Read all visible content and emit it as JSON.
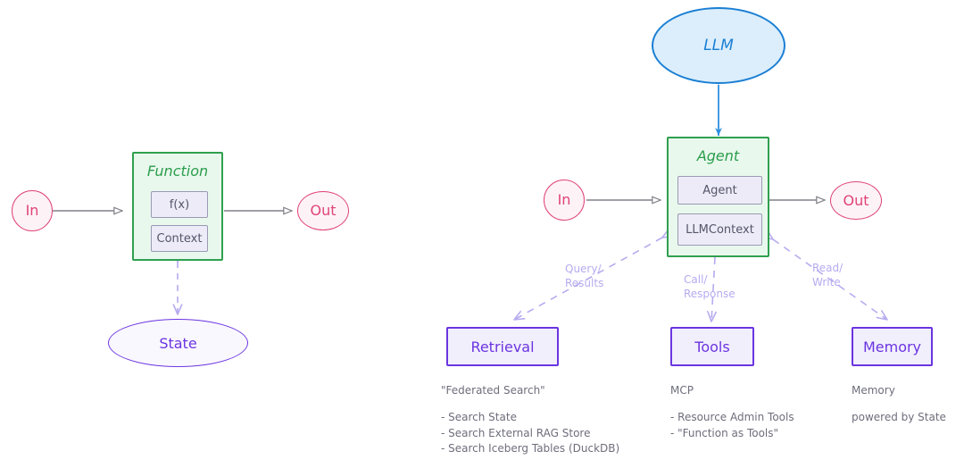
{
  "diagram": {
    "left": {
      "input_label": "In",
      "output_label": "Out",
      "container_title": "Function",
      "inner_boxes": [
        {
          "label": "f(x)"
        },
        {
          "label": "Context"
        }
      ],
      "state_label": "State"
    },
    "right": {
      "llm_label": "LLM",
      "input_label": "In",
      "output_label": "Out",
      "container_title": "Agent",
      "inner_boxes": [
        {
          "label": "Agent"
        },
        {
          "label": "LLMContext"
        }
      ],
      "edge_labels": {
        "retrieval": "Query/\nResults",
        "tools": "Call/\nResponse",
        "memory": "Read/\nWrite"
      },
      "components": [
        {
          "label": "Retrieval",
          "caption_title": "\"Federated Search\"",
          "caption_lines": [
            "- Search State",
            "- Search External RAG Store",
            "- Search Iceberg Tables (DuckDB)"
          ]
        },
        {
          "label": "Tools",
          "caption_title": "MCP",
          "caption_lines": [
            "- Resource Admin Tools",
            "- \"Function as Tools\""
          ]
        },
        {
          "label": "Memory",
          "caption_title": "Memory",
          "caption_lines": [
            "powered by State"
          ]
        }
      ]
    }
  },
  "colors": {
    "io_accent": "#e0437a",
    "container_green": "#2fa04f",
    "container_green_fill": "#e9f8ed",
    "purple_accent": "#6b35e0",
    "purple_light": "#b6abef",
    "blue_accent": "#1a7fd4",
    "blue_fill": "#dceefb",
    "inner_border": "#9a9ab4",
    "inner_fill": "#ecebf7",
    "arrow_gray": "#808088",
    "caption_gray": "#6e6e7c"
  }
}
